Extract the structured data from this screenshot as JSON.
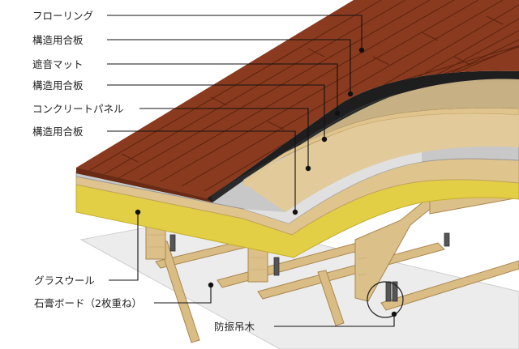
{
  "labels": {
    "flooring": "フローリング",
    "structural_plywood_1": "構造用合板",
    "sound_mat": "遮音マット",
    "structural_plywood_2": "構造用合板",
    "concrete_panel": "コンクリートパネル",
    "structural_plywood_3": "構造用合板",
    "glass_wool": "グラスウール",
    "gypsum_board": "石膏ボード（2枚重ね）",
    "anti_vibration_hanger": "防振吊木"
  },
  "colors": {
    "flooring": "#8a3a1e",
    "plywood": "#e0c48e",
    "sound_mat": "#1e1e1e",
    "concrete": "#c8c8c8",
    "glass_wool": "#e3cf45",
    "gypsum": "#ececec",
    "timber": "#dcc089"
  }
}
